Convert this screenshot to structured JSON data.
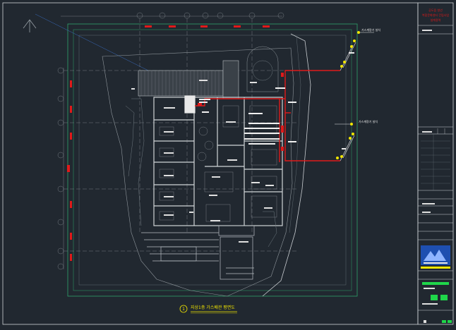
{
  "drawing": {
    "title": "지상1층 가스배관 평면도",
    "title_number": "1",
    "north_arrow": "north-arrow"
  },
  "title_block": {
    "project": [
      "공도읍 청년",
      "복합문화센터 건립사업",
      "설계용역"
    ],
    "logo": "ncs-logo"
  },
  "annotations": {
    "gas_meter_top": "가스계량기 설치",
    "gas_meter_mid": "가스계량기 설치"
  },
  "colors": {
    "background": "#212830",
    "gas_pipe": "#e01a1a",
    "wall": "#c8ccd0",
    "grid": "#2fa36b",
    "title_yellow": "#f2e600",
    "accent_blue": "#3d6fd1"
  }
}
